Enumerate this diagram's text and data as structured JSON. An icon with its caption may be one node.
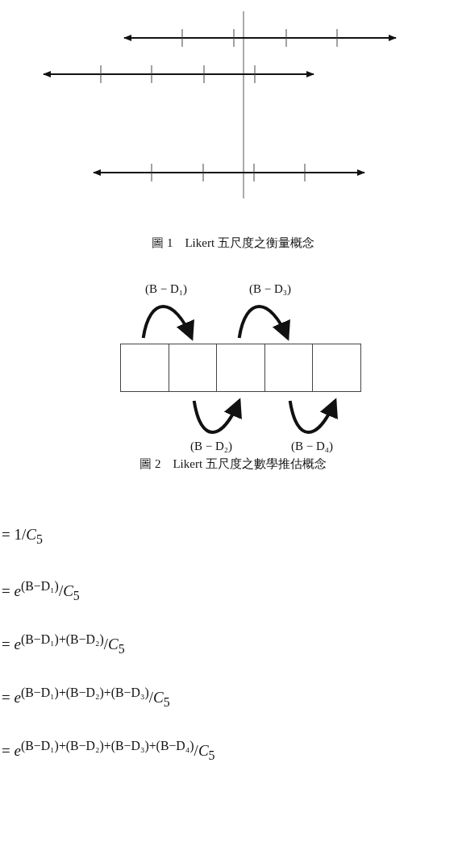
{
  "diagram": {
    "nodes": [
      {
        "text": [],
        "shape": "box"
      },
      {
        "text": [],
        "shape": "box"
      },
      {
        "text": [],
        "shape": "box"
      },
      {
        "text": [],
        "shape": "box"
      },
      {
        "text": [],
        "shape": "box"
      }
    ],
    "edges": [
      {
        "from": 0,
        "to": 1,
        "arrow": "to",
        "label": "(B − D₁)"
      },
      {
        "from": 1,
        "to": 2,
        "arrow": "to",
        "label": "(B − D₂)"
      },
      {
        "from": 2,
        "to": 3,
        "arrow": "to",
        "label": "(B − D₃)"
      },
      {
        "from": 3,
        "to": 4,
        "arrow": "to",
        "label": "(B − D₄)"
      }
    ],
    "labels": [
      "圖 1　Likert 五尺度之衡量概念",
      "圖 2　Likert 五尺度之數學推估概念",
      "= 1/*C*$_{5}$",
      "= *e*$^{(B−D₁)}$/*C*$_{5}$",
      "= *e*$^{(B−D₁)+(B−D₂)}$/*C*$_{5}$",
      "= *e*$^{(B−D₁)+(B−D₂)+(B−D₃)}$/*C*$_{5}$",
      "= *e*$^{(B−D₁)+(B−D₂)+(B−D₃)+(B−D₄)}$/*C*$_{5}$"
    ]
  }
}
